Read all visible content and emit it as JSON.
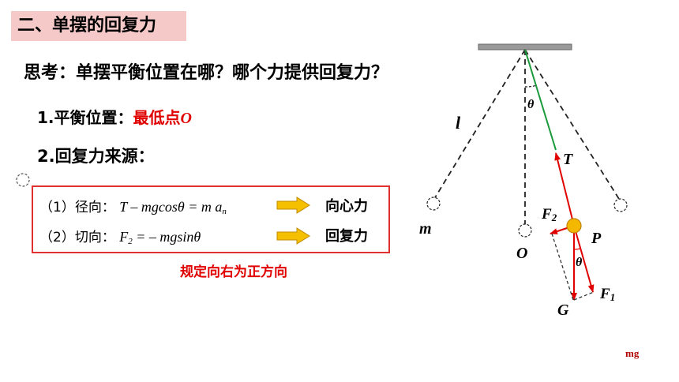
{
  "section_title": "二、单摆的回复力",
  "question": "思考：单摆平衡位置在哪？哪个力提供回复力？",
  "balance": {
    "prefix": "1.平衡位置：",
    "answer": "最低点",
    "symbol": "O"
  },
  "source_title": "2.回复力来源：",
  "radial": {
    "label": "（1）径向：",
    "formula": "T – mgcosθ = m a",
    "sub": "n",
    "result": "向心力"
  },
  "tangential": {
    "label": "（2）切向：",
    "formula_pre": "F",
    "sub": "2",
    "formula_post": " = – mgsinθ",
    "result": "回复力"
  },
  "note": "规定向右为正方向",
  "corner_mark": "mg",
  "diagram": {
    "label_l": "l",
    "label_m": "m",
    "label_theta_top": "θ",
    "label_theta_bottom": "θ",
    "label_T": "T",
    "label_F2": "F",
    "label_F2_sub": "2",
    "label_P": "P",
    "label_O": "O",
    "label_F1": "F",
    "label_F1_sub": "1",
    "label_G": "G",
    "colors": {
      "string": "#1a9a3a",
      "force": "#e00000",
      "bob": "#f5b800",
      "ceiling": "#999999"
    }
  }
}
